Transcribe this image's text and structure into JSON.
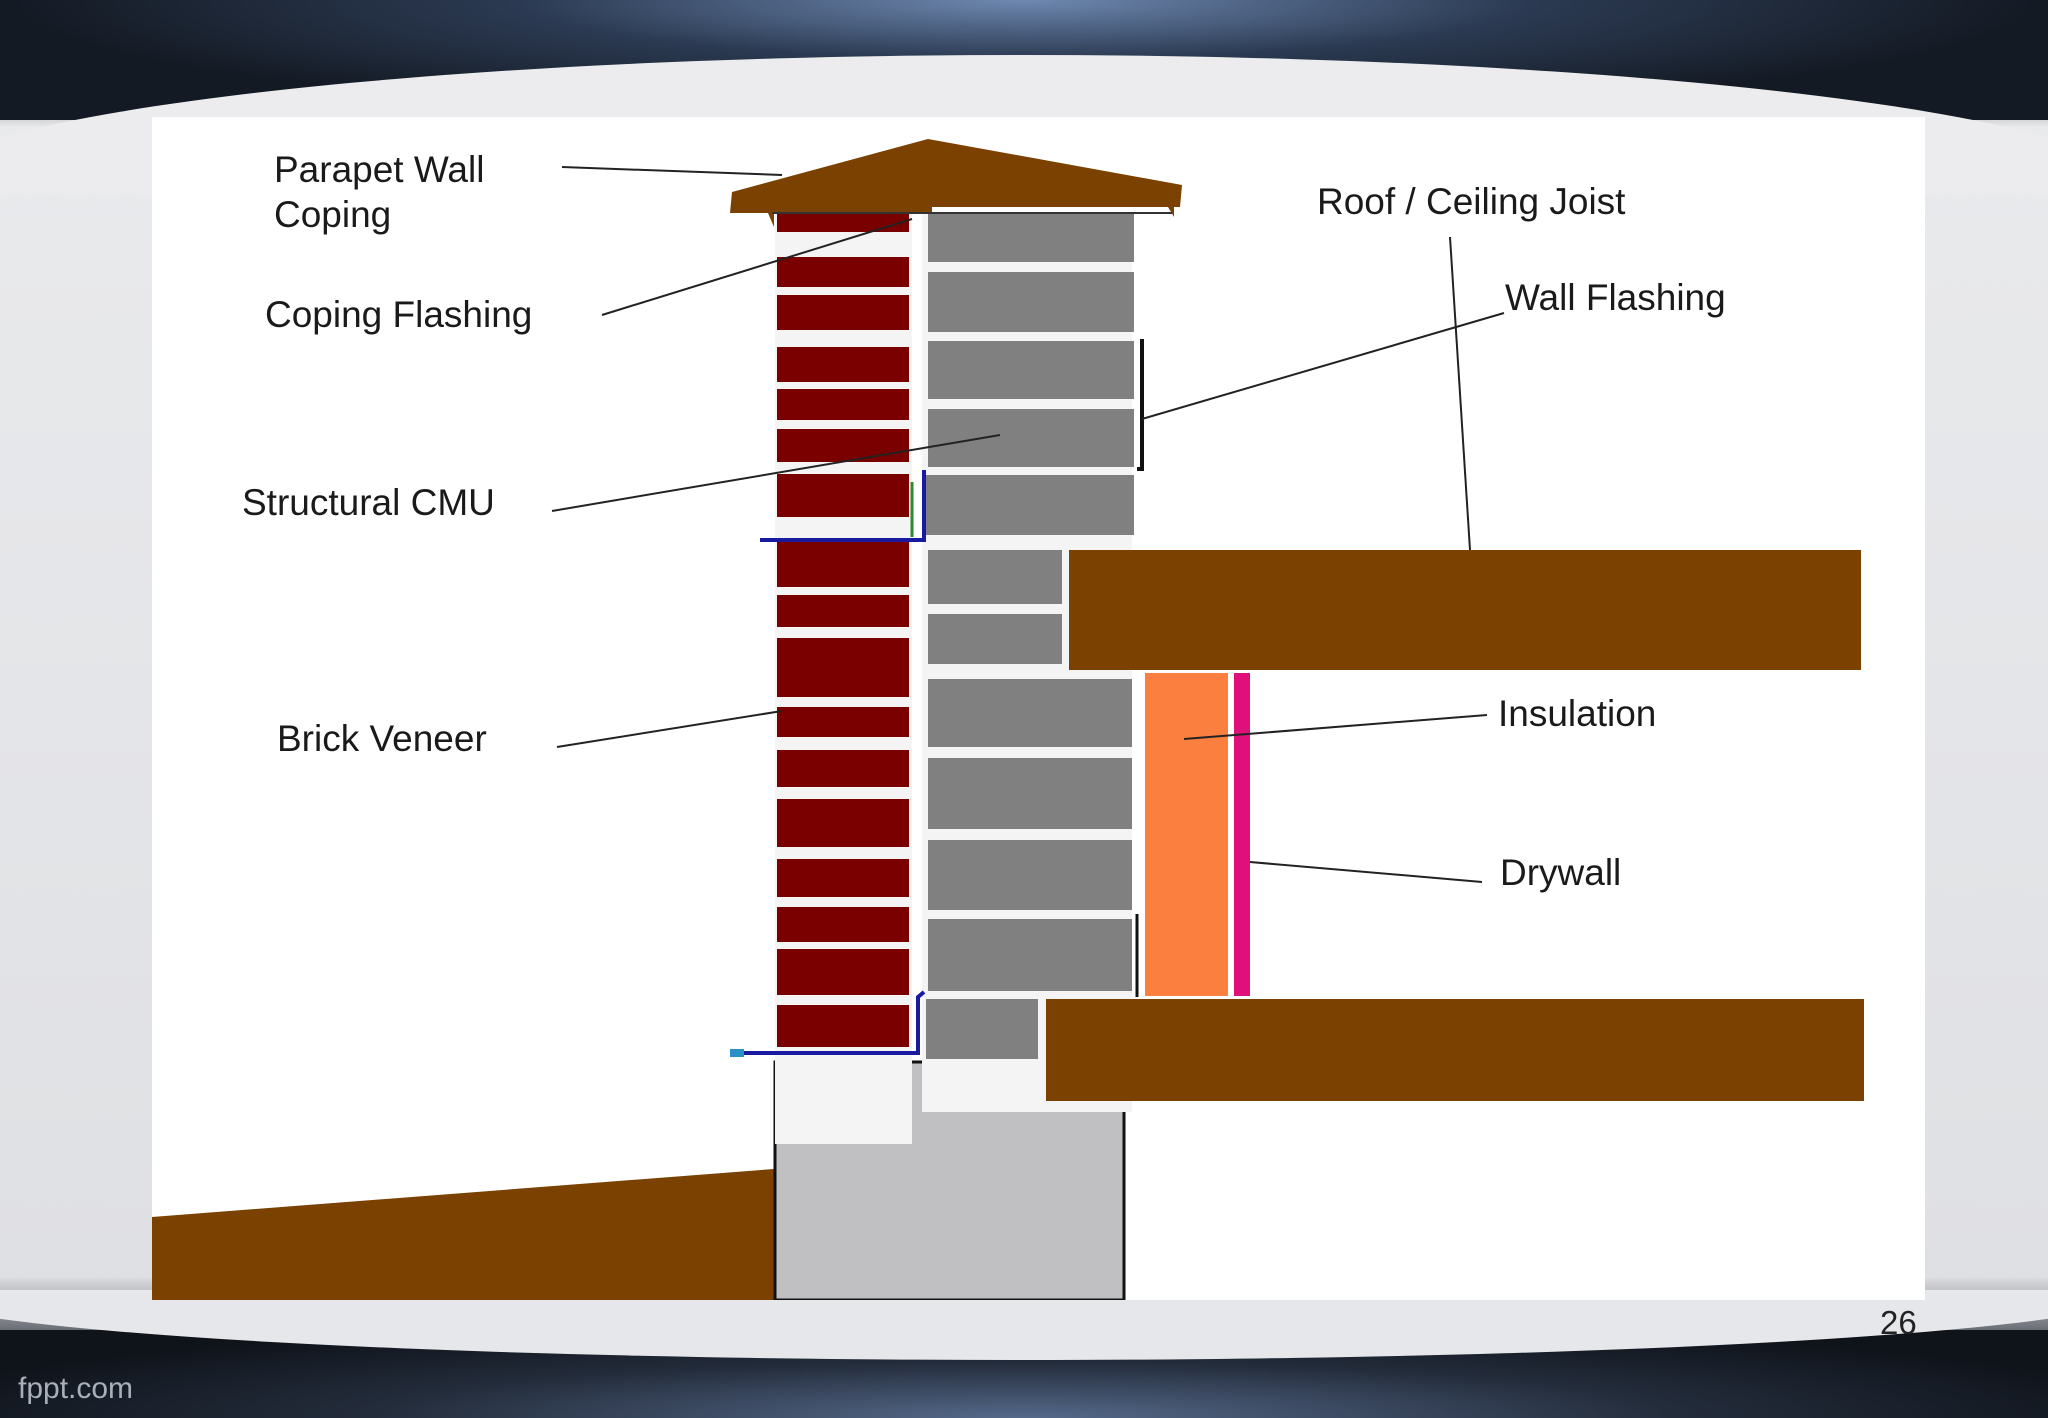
{
  "slide": {
    "page_number": "26",
    "footer_brand": "fppt.com"
  },
  "labels": {
    "parapet_wall_coping_line1": "Parapet Wall",
    "parapet_wall_coping_line2": "Coping",
    "coping_flashing": "Coping Flashing",
    "structural_cmu": "Structural CMU",
    "brick_veneer": "Brick Veneer",
    "roof_ceiling_joist": "Roof / Ceiling Joist",
    "wall_flashing": "Wall Flashing",
    "insulation": "Insulation",
    "drywall": "Drywall"
  },
  "colors": {
    "brick": "#7a0000",
    "cmu": "#808080",
    "foundation": "#c0bfc2",
    "wood": "#7a4100",
    "insulation": "#fb8040",
    "drywall": "#e0107a",
    "flashing": "#1a1aa0",
    "lower_flashing": "#2a90c8"
  }
}
